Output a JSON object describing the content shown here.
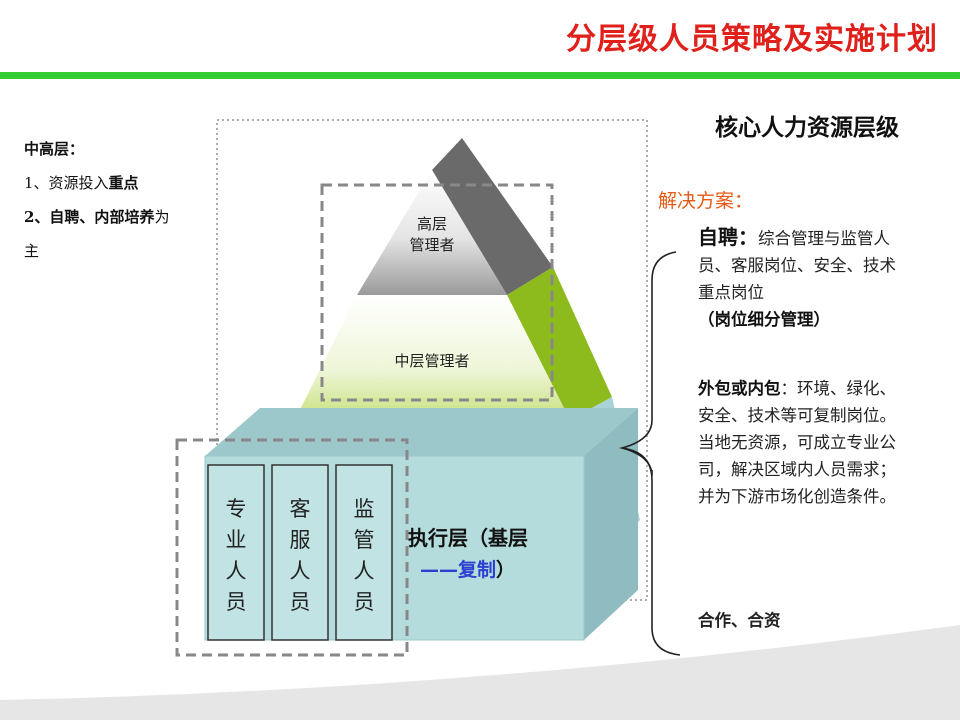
{
  "title": "分层级人员策略及实施计划",
  "left_notes": {
    "heading": "中高层：",
    "line1_prefix": "1、资源投入",
    "line1_bold": "重点",
    "line2_bold": "2、自聘、内部培养",
    "line2_suffix": "为",
    "line3": "主"
  },
  "core_title": "核心人力资源层级",
  "pyramid": {
    "top_label_1": "高层",
    "top_label_2": "管理者",
    "middle_label": "中层管理者"
  },
  "columns": [
    {
      "chars": [
        "专",
        "业",
        "人",
        "员"
      ]
    },
    {
      "chars": [
        "客",
        "服",
        "人",
        "员"
      ]
    },
    {
      "chars": [
        "监",
        "管",
        "人",
        "员"
      ]
    }
  ],
  "exec": {
    "label": "执行层（基层",
    "sub_dash": "——",
    "sub_bold": "复制",
    "sub_close": "）"
  },
  "solutions": {
    "heading": "解决方案：",
    "item1_key": "自聘：",
    "item1_text": "综合管理与监管人员、客服岗位、安全、技术重点岗位",
    "item1_note": "（岗位细分管理）",
    "item2_key": "外包或内包",
    "item2_text": "：环境、绿化、安全、技术等可复制岗位。当地无资源，可成立专业公司，解决区域内人员需求；并为下游市场化创造条件。",
    "item3": "合作、合资"
  },
  "colors": {
    "title_red": "#e0201a",
    "title_bar_green": "#33cc33",
    "solution_orange": "#e55a14",
    "box_teal": "#b5dcdc",
    "accent_green": "#8dbb1e",
    "blue": "#2b3fd1"
  }
}
